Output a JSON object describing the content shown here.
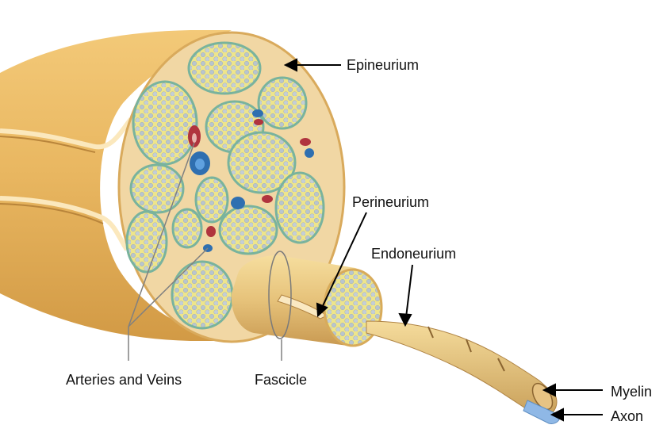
{
  "labels": {
    "epineurium": "Epineurium",
    "perineurium": "Perineurium",
    "endoneurium": "Endoneurium",
    "arteries_and_veins": "Arteries and Veins",
    "fascicle": "Fascicle",
    "myelin": "Myelin",
    "axon": "Axon"
  },
  "colors": {
    "nerve_outer": "#e8b75c",
    "nerve_highlight": "#f6d58e",
    "cross_section": "#f2d9a8",
    "fascicle_fill": "#efe48a",
    "fascicle_border": "#7fb6a0",
    "axon_dot": "#b9c6d0",
    "artery": "#b0343e",
    "vein": "#2f6fb0",
    "axon": "#8fb8e6",
    "text": "#111111"
  }
}
